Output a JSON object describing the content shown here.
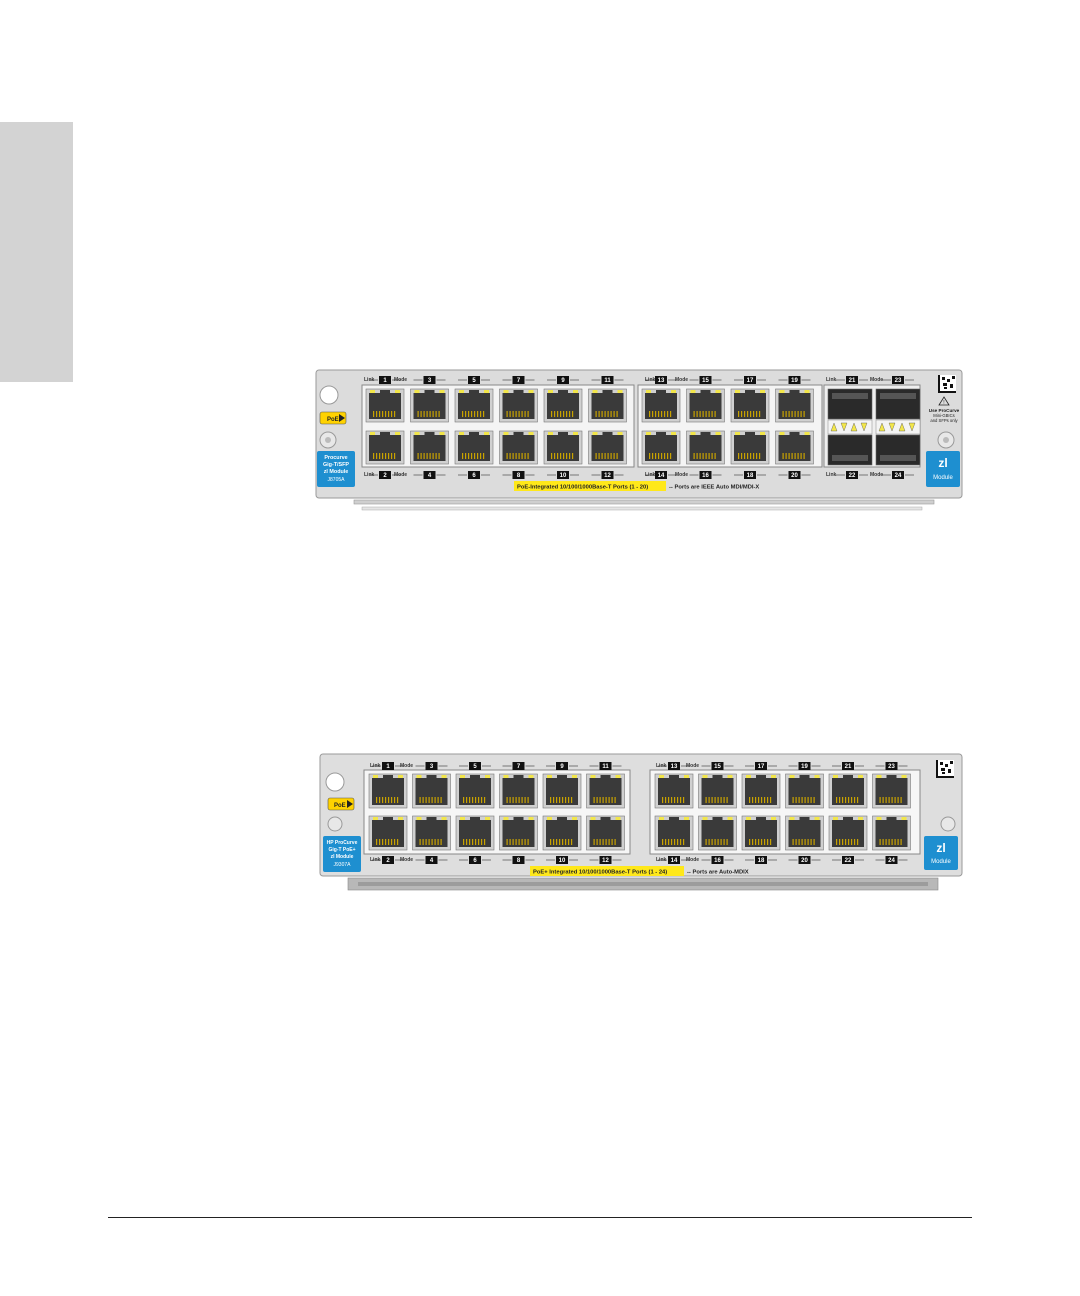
{
  "module1": {
    "label_lines": [
      "Procurve",
      "Gig-T/SFP",
      "zl Module",
      "J8705A"
    ],
    "poe_badge": "PoE",
    "zl_badge": "zl",
    "zl_badge_sub": "Module",
    "top_ports": [
      "1",
      "3",
      "5",
      "7",
      "9",
      "11",
      "13",
      "15",
      "17",
      "19"
    ],
    "bottom_ports": [
      "2",
      "4",
      "6",
      "8",
      "10",
      "12",
      "14",
      "16",
      "18",
      "20"
    ],
    "sfp_top_ports": [
      "21",
      "23"
    ],
    "sfp_bottom_ports": [
      "22",
      "24"
    ],
    "led_link": "Link",
    "led_mode": "Mode",
    "caption_highlight": "PoE-Integrated 10/100/1000Base-T Ports (1 - 20)",
    "caption_rest": "-- Ports are IEEE Auto MDI/MDI-X",
    "sfp_note_lines": [
      "Use ProCurve",
      "Mini-GBICs",
      "and SFPs only"
    ]
  },
  "module2": {
    "label_lines": [
      "HP ProCurve",
      "Gig-T PoE+",
      "zl Module",
      "J9307A"
    ],
    "poe_badge": "PoE",
    "zl_badge": "zl",
    "zl_badge_sub": "Module",
    "top_ports": [
      "1",
      "3",
      "5",
      "7",
      "9",
      "11",
      "13",
      "15",
      "17",
      "19",
      "21",
      "23"
    ],
    "bottom_ports": [
      "2",
      "4",
      "6",
      "8",
      "10",
      "12",
      "14",
      "16",
      "18",
      "20",
      "22",
      "24"
    ],
    "led_link": "Link",
    "led_mode": "Mode",
    "caption_highlight": "PoE+ Integrated 10/100/1000Base-T Ports (1 - 24)",
    "caption_rest": "-- Ports are Auto-MDIX"
  },
  "colors": {
    "faceplate": "#d9d9d9",
    "port_body": "#3a3a3a",
    "led_yellow": "#f2e64a",
    "badge_blue": "#1e8fd0",
    "highlight_yellow": "#ffe81a"
  }
}
